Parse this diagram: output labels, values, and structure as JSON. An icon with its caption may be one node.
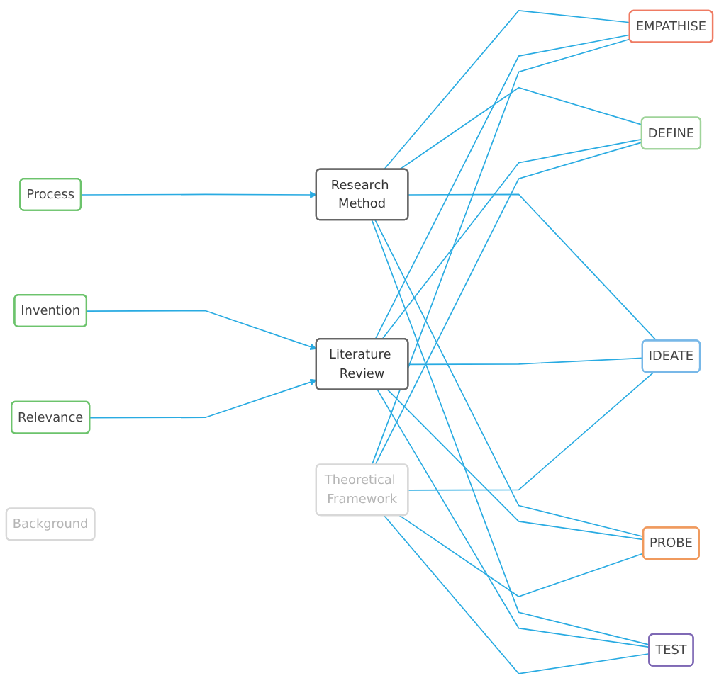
{
  "diagram": {
    "nodes": [
      {
        "text": [
          "Process"
        ]
      },
      {
        "text": [
          "Invention"
        ]
      },
      {
        "text": [
          "Relevance"
        ]
      },
      {
        "text": [
          "Background"
        ]
      },
      {
        "text": [
          "Research Method"
        ]
      },
      {
        "text": [
          "Literature Review"
        ]
      },
      {
        "text": [
          "Theoretical Framework"
        ]
      },
      {
        "text": [
          "EMPATHISE"
        ]
      },
      {
        "text": [
          "DEFINE"
        ]
      },
      {
        "text": [
          "IDEATE"
        ]
      },
      {
        "text": [
          "PROBE"
        ]
      },
      {
        "text": [
          "TEST"
        ]
      }
    ],
    "edges": [
      {
        "from": 0,
        "to": 4,
        "arrow": "to"
      },
      {
        "from": 1,
        "to": 5,
        "arrow": "to"
      },
      {
        "from": 2,
        "to": 5,
        "arrow": "to"
      },
      {
        "from": 4,
        "to": 7,
        "arrow": "none"
      },
      {
        "from": 4,
        "to": 8,
        "arrow": "none"
      },
      {
        "from": 4,
        "to": 9,
        "arrow": "none"
      },
      {
        "from": 4,
        "to": 10,
        "arrow": "none"
      },
      {
        "from": 4,
        "to": 11,
        "arrow": "none"
      },
      {
        "from": 5,
        "to": 7,
        "arrow": "none"
      },
      {
        "from": 5,
        "to": 8,
        "arrow": "none"
      },
      {
        "from": 5,
        "to": 9,
        "arrow": "none"
      },
      {
        "from": 5,
        "to": 10,
        "arrow": "none"
      },
      {
        "from": 5,
        "to": 11,
        "arrow": "none"
      },
      {
        "from": 6,
        "to": 7,
        "arrow": "none"
      },
      {
        "from": 6,
        "to": 8,
        "arrow": "none"
      },
      {
        "from": 6,
        "to": 9,
        "arrow": "none"
      },
      {
        "from": 6,
        "to": 10,
        "arrow": "none"
      },
      {
        "from": 6,
        "to": 11,
        "arrow": "none"
      }
    ]
  }
}
